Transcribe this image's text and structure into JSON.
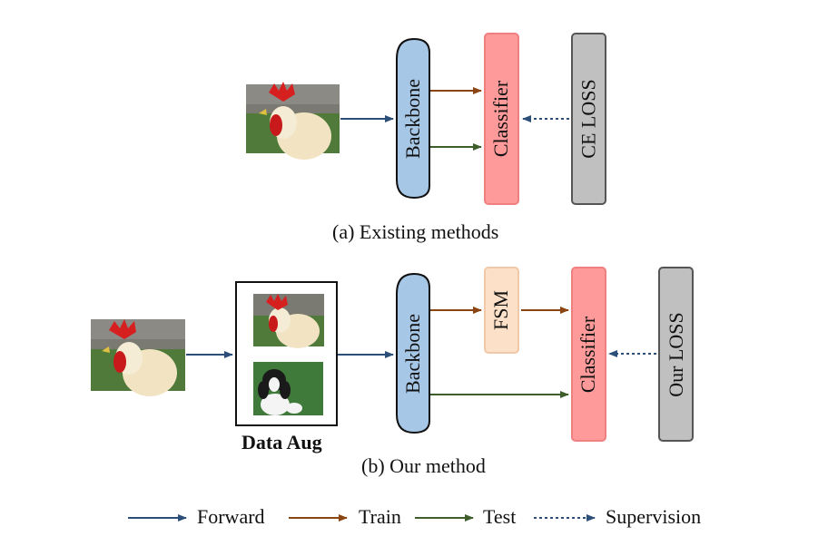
{
  "panel_a": {
    "backbone_label": "Backbone",
    "classifier_label": "Classifier",
    "loss_label": "CE LOSS",
    "caption": "(a) Existing methods"
  },
  "panel_b": {
    "backbone_label": "Backbone",
    "fsm_label": "FSM",
    "classifier_label": "Classifier",
    "loss_label": "Our LOSS",
    "data_aug_label": "Data Aug",
    "caption": "(b) Our method"
  },
  "legend": {
    "forward": "Forward",
    "train": "Train",
    "test": "Test",
    "supervision": "Supervision"
  },
  "colors": {
    "forward": "#2b4f78",
    "train": "#8b4513",
    "test": "#3e5e2c",
    "supervision": "#2b4f78",
    "backbone_fill": "#a7c7e7",
    "classifier_fill": "#ff9a9a",
    "loss_fill": "#c0c0c0",
    "fsm_fill": "#fde0c8"
  }
}
